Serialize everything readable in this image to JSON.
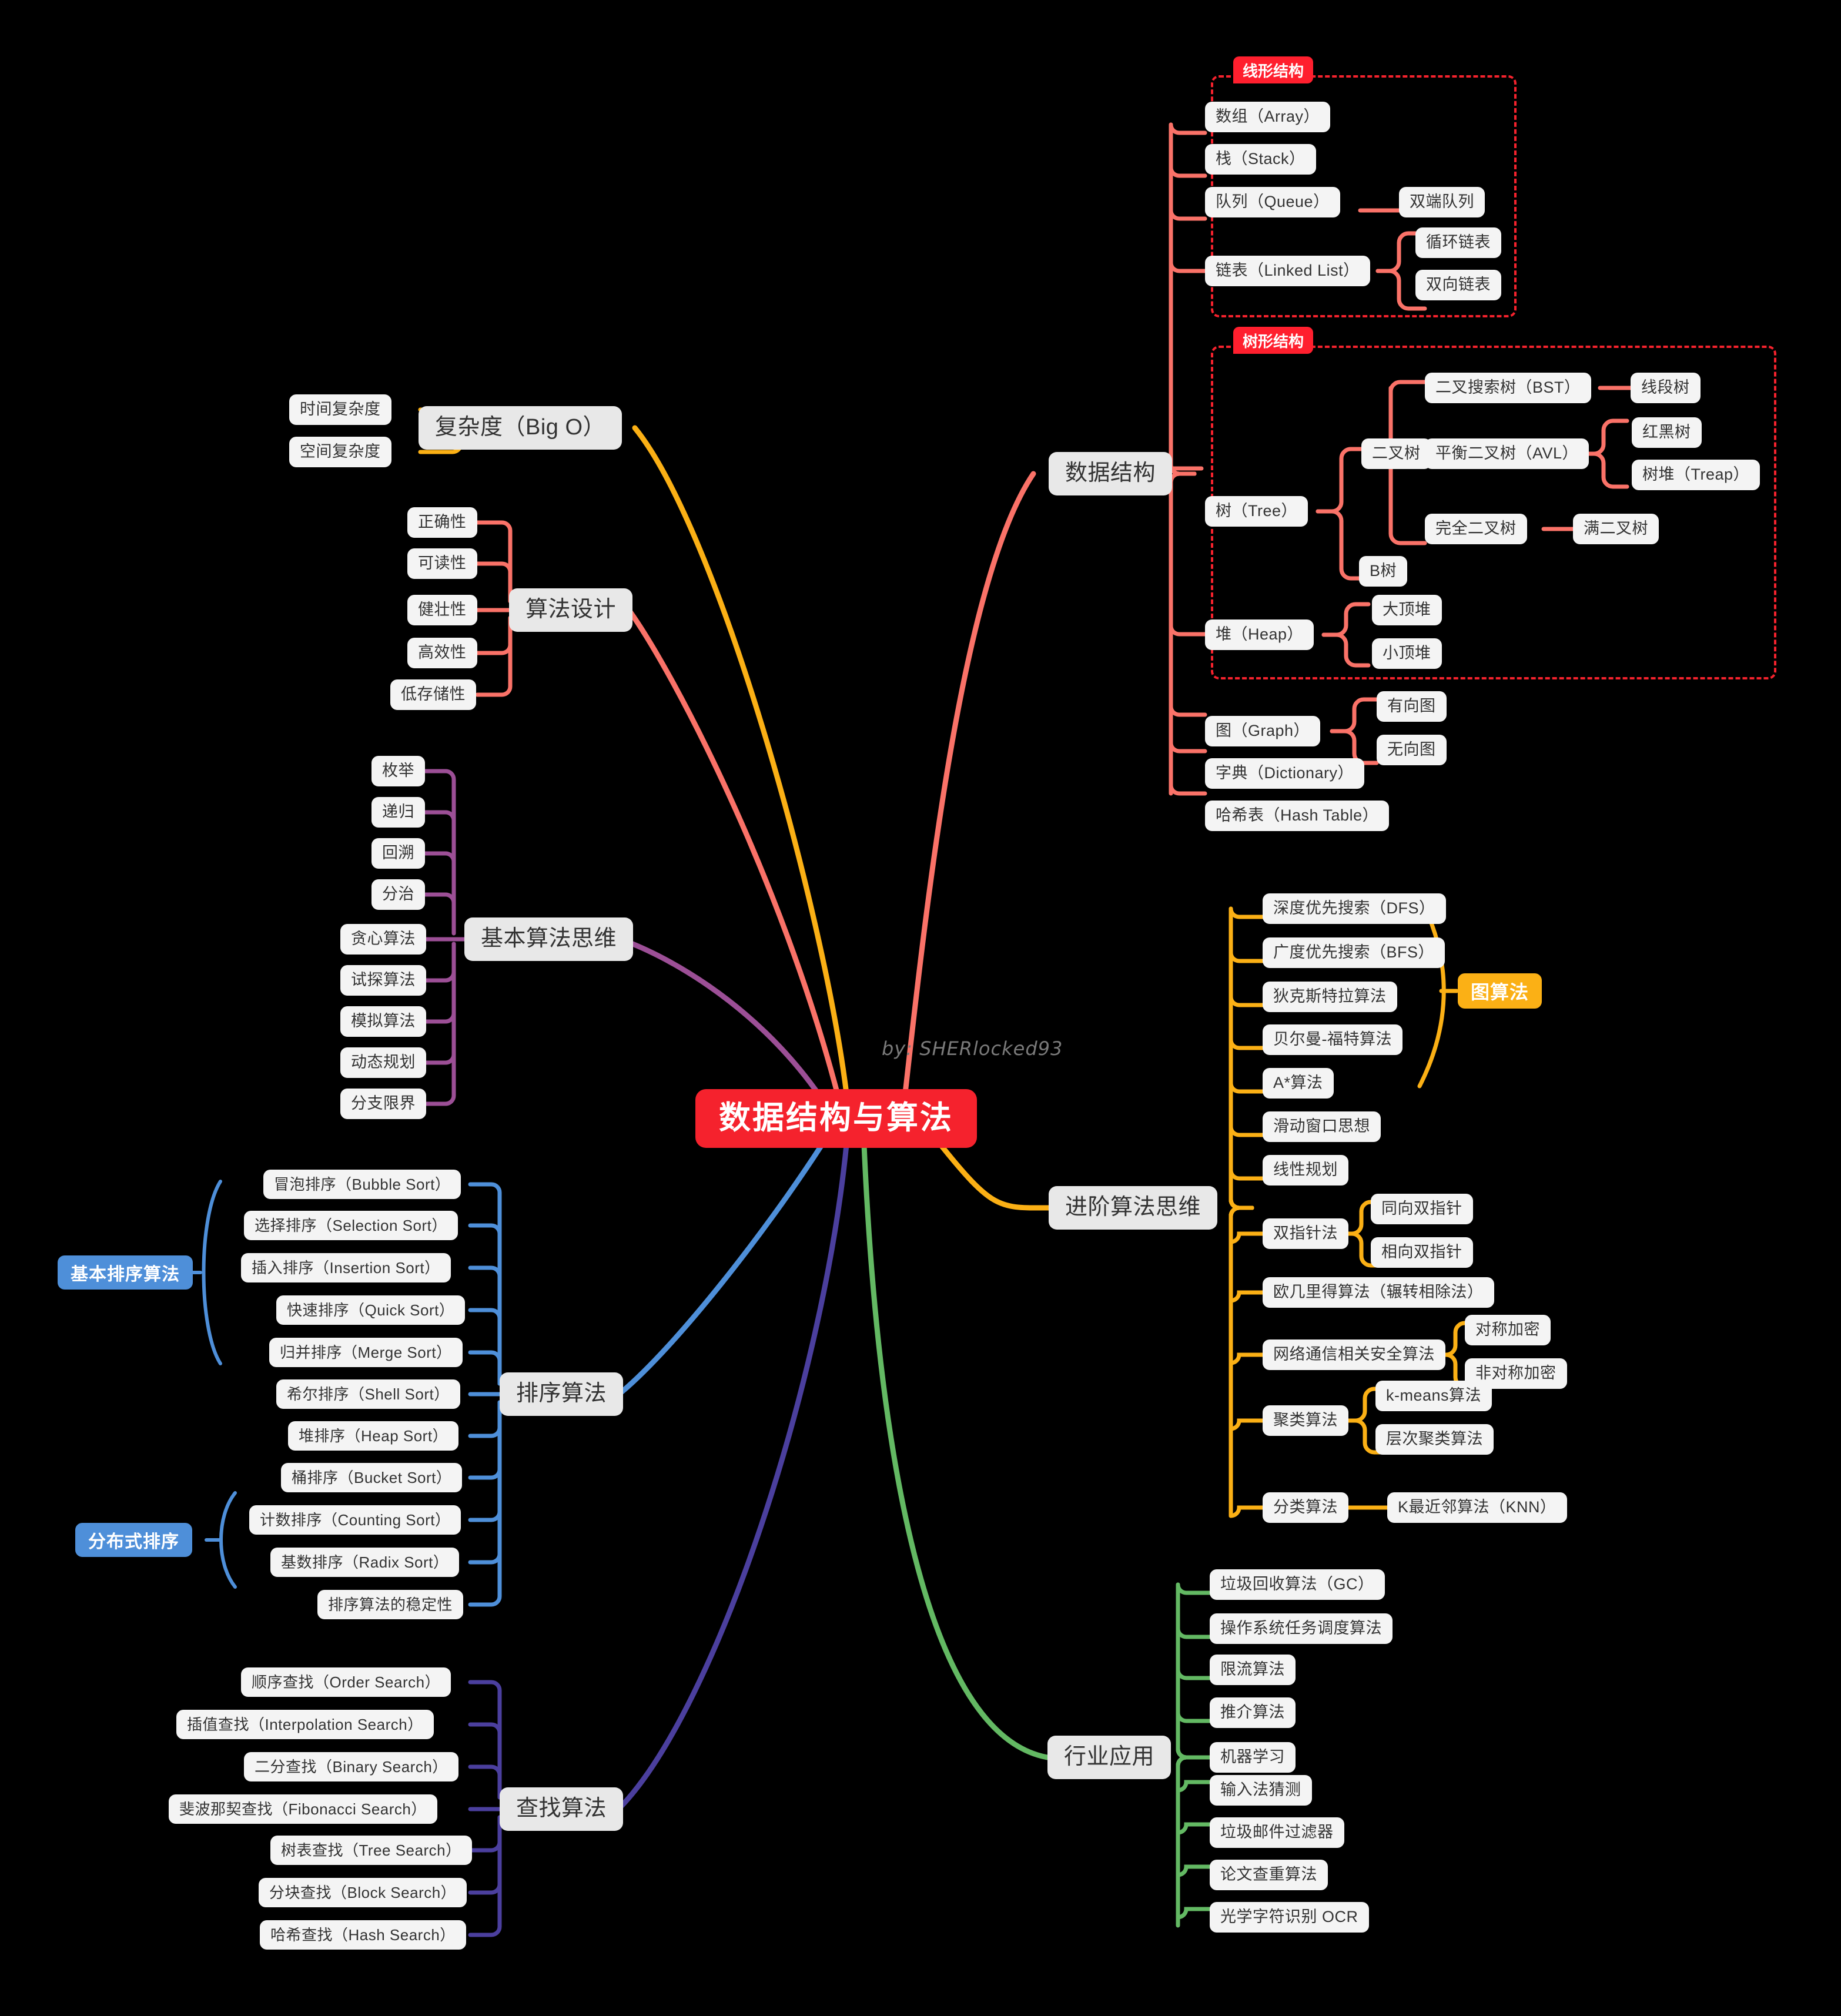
{
  "root": {
    "label": "数据结构与算法",
    "color": "#f5222d"
  },
  "credit": "by: SHERlocked93",
  "colors": {
    "data_structure": "#fa7268",
    "algorithm_design": "#fa7268",
    "complexity": "#fbb015",
    "advanced": "#fbb015",
    "basic_thinking": "#9c4f96",
    "sorting": "#4e8fd9",
    "searching": "#4b3f9e",
    "industry": "#63b963",
    "group_red": "#f5222d",
    "group_blue": "#4e8fd9",
    "group_orange": "#fbb015",
    "node_bg": "#f4f4f4",
    "branch_bg": "#e8e8e8",
    "text": "#333333",
    "background": "#000000"
  },
  "branches": {
    "complexity": {
      "label": "复杂度（Big O）",
      "children": [
        {
          "label": "时间复杂度"
        },
        {
          "label": "空间复杂度"
        }
      ]
    },
    "algorithm_design": {
      "label": "算法设计",
      "children": [
        {
          "label": "正确性"
        },
        {
          "label": "可读性"
        },
        {
          "label": "健壮性"
        },
        {
          "label": "高效性"
        },
        {
          "label": "低存储性"
        }
      ]
    },
    "basic_thinking": {
      "label": "基本算法思维",
      "children": [
        {
          "label": "枚举"
        },
        {
          "label": "递归"
        },
        {
          "label": "回溯"
        },
        {
          "label": "分治"
        },
        {
          "label": "贪心算法"
        },
        {
          "label": "试探算法"
        },
        {
          "label": "模拟算法"
        },
        {
          "label": "动态规划"
        },
        {
          "label": "分支限界"
        }
      ]
    },
    "sorting": {
      "label": "排序算法",
      "group_basic": "基本排序算法",
      "group_distributed": "分布式排序",
      "children": [
        {
          "label": "冒泡排序（Bubble Sort）"
        },
        {
          "label": "选择排序（Selection Sort）"
        },
        {
          "label": "插入排序（Insertion Sort）"
        },
        {
          "label": "快速排序（Quick Sort）"
        },
        {
          "label": "归并排序（Merge Sort）"
        },
        {
          "label": "希尔排序（Shell Sort）"
        },
        {
          "label": "堆排序（Heap Sort）"
        },
        {
          "label": "桶排序（Bucket Sort）"
        },
        {
          "label": "计数排序（Counting Sort）"
        },
        {
          "label": "基数排序（Radix Sort）"
        },
        {
          "label": "排序算法的稳定性"
        }
      ]
    },
    "searching": {
      "label": "查找算法",
      "children": [
        {
          "label": "顺序查找（Order Search）"
        },
        {
          "label": "插值查找（Interpolation Search）"
        },
        {
          "label": "二分查找（Binary Search）"
        },
        {
          "label": "斐波那契查找（Fibonacci Search）"
        },
        {
          "label": "树表查找（Tree Search）"
        },
        {
          "label": "分块查找（Block Search）"
        },
        {
          "label": "哈希查找（Hash Search）"
        }
      ]
    },
    "data_structure": {
      "label": "数据结构",
      "group_linear": "线形结构",
      "group_tree": "树形结构",
      "children": [
        {
          "label": "数组（Array）"
        },
        {
          "label": "栈（Stack）"
        },
        {
          "label": "队列（Queue）",
          "children": [
            {
              "label": "双端队列"
            }
          ]
        },
        {
          "label": "链表（Linked List）",
          "children": [
            {
              "label": "循环链表"
            },
            {
              "label": "双向链表"
            }
          ]
        },
        {
          "label": "树（Tree）",
          "children": [
            {
              "label": "二叉树",
              "children": [
                {
                  "label": "二叉搜索树（BST）",
                  "children": [
                    {
                      "label": "线段树"
                    }
                  ]
                },
                {
                  "label": "平衡二叉树（AVL）",
                  "children": [
                    {
                      "label": "红黑树"
                    },
                    {
                      "label": "树堆（Treap）"
                    }
                  ]
                },
                {
                  "label": "完全二叉树",
                  "children": [
                    {
                      "label": "满二叉树"
                    }
                  ]
                }
              ]
            },
            {
              "label": "B树"
            }
          ]
        },
        {
          "label": "堆（Heap）",
          "children": [
            {
              "label": "大顶堆"
            },
            {
              "label": "小顶堆"
            }
          ]
        },
        {
          "label": "图（Graph）",
          "children": [
            {
              "label": "有向图"
            },
            {
              "label": "无向图"
            }
          ]
        },
        {
          "label": "字典（Dictionary）"
        },
        {
          "label": "哈希表（Hash Table）"
        }
      ]
    },
    "advanced": {
      "label": "进阶算法思维",
      "group_graph": "图算法",
      "children": [
        {
          "label": "深度优先搜索（DFS）"
        },
        {
          "label": "广度优先搜索（BFS）"
        },
        {
          "label": "狄克斯特拉算法"
        },
        {
          "label": "贝尔曼-福特算法"
        },
        {
          "label": "A*算法"
        },
        {
          "label": "滑动窗口思想"
        },
        {
          "label": "线性规划"
        },
        {
          "label": "双指针法",
          "children": [
            {
              "label": "同向双指针"
            },
            {
              "label": "相向双指针"
            }
          ]
        },
        {
          "label": "欧几里得算法（辗转相除法）"
        },
        {
          "label": "网络通信相关安全算法",
          "children": [
            {
              "label": "对称加密"
            },
            {
              "label": "非对称加密"
            }
          ]
        },
        {
          "label": "聚类算法",
          "children": [
            {
              "label": "k-means算法"
            },
            {
              "label": "层次聚类算法"
            }
          ]
        },
        {
          "label": "分类算法",
          "children": [
            {
              "label": "K最近邻算法（KNN）"
            }
          ]
        }
      ]
    },
    "industry": {
      "label": "行业应用",
      "children": [
        {
          "label": "垃圾回收算法（GC）"
        },
        {
          "label": "操作系统任务调度算法"
        },
        {
          "label": "限流算法"
        },
        {
          "label": "推介算法"
        },
        {
          "label": "机器学习"
        },
        {
          "label": "输入法猜测"
        },
        {
          "label": "垃圾邮件过滤器"
        },
        {
          "label": "论文查重算法"
        },
        {
          "label": "光学字符识别 OCR"
        }
      ]
    }
  }
}
